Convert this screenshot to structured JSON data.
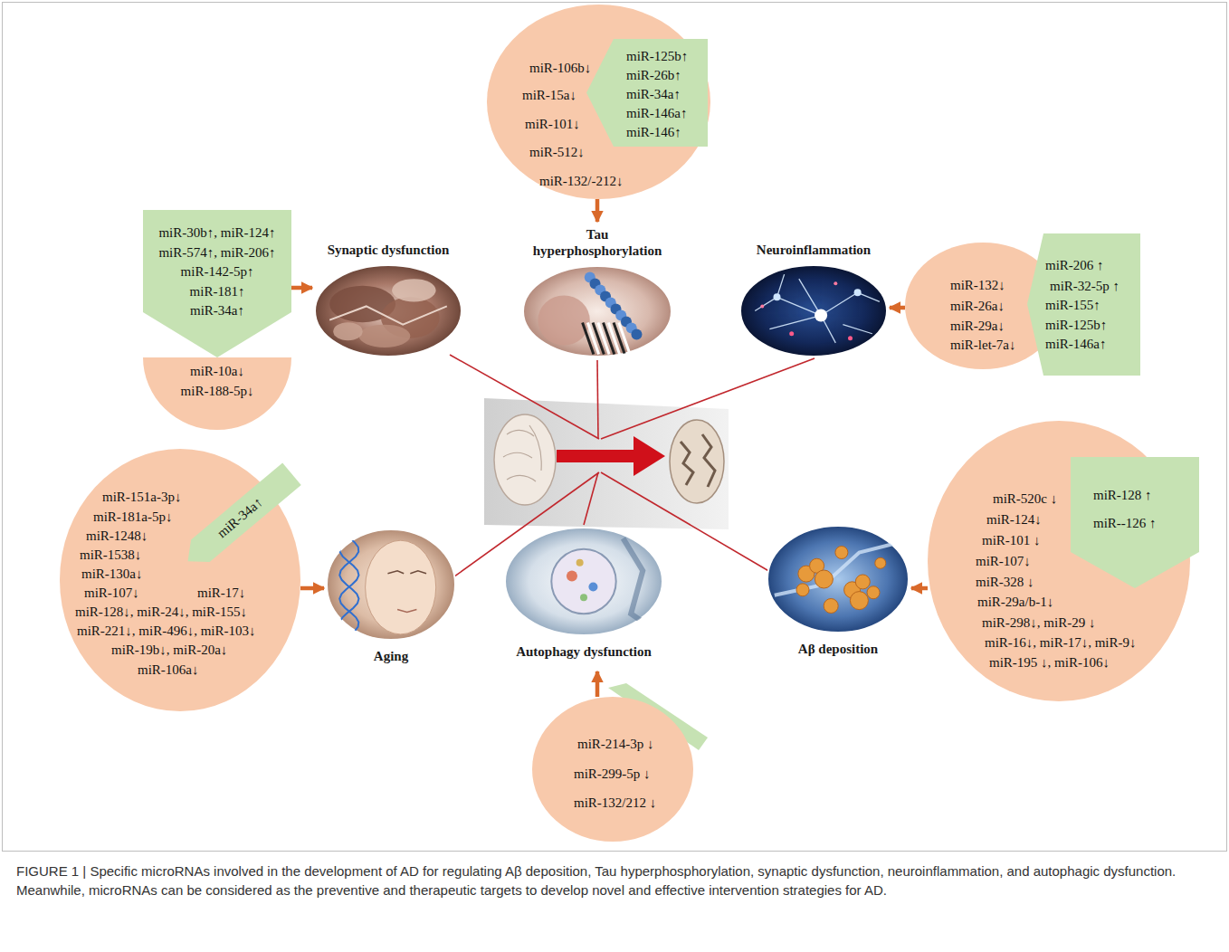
{
  "diagram": {
    "caption": "FIGURE 1 | Specific microRNAs involved in the development of AD for regulating Aβ deposition, Tau hyperphosphorylation, synaptic dysfunction, neuroinflammation, and autophagic dysfunction. Meanwhile, microRNAs can be considered as the preventive and therapeutic targets to develop novel and effective intervention strategies for AD.",
    "nodes": [
      {
        "text": [
          "miR-106b↓",
          "miR-15a↓",
          "miR-101↓",
          "miR-512↓",
          "miR-132/-212↓"
        ]
      },
      {
        "text": [
          "miR-125b↑",
          "miR-26b↑",
          "miR-34a↑",
          "miR-146a↑",
          "miR-146↑"
        ],
        "in": 0
      },
      {
        "text": [
          "miR-30b↑, miR-124↑",
          "miR-574↑, miR-206↑",
          "miR-142-5p↑",
          "miR-181↑",
          "miR-34a↑"
        ]
      },
      {
        "text": [
          "miR-10a↓",
          "miR-188-5p↓"
        ]
      },
      {
        "text": [
          "Synaptic dysfunction"
        ]
      },
      {
        "text": [
          "Tau hyperphosphorylation"
        ]
      },
      {
        "text": [
          "Neuroinflammation"
        ]
      },
      {
        "text": [
          "miR-132↓",
          "miR-26a↓",
          "miR-29a↓",
          "miR-let-7a↓"
        ]
      },
      {
        "text": [
          "miR-206 ↑",
          "miR-32-5p ↑",
          "miR-155↑",
          "miR-125b↑",
          "miR-146a↑"
        ]
      },
      {
        "text": [
          "miR-151a-3p↓",
          "miR-181a-5p↓",
          "miR-1248↓",
          "miR-1538↓",
          "miR-130a↓",
          "miR-107↓",
          "miR-17↓",
          "miR-128↓, miR-24↓, miR-155↓",
          "miR-221↓, miR-496↓, miR-103↓",
          "miR-19b↓, miR-20a↓",
          "miR-106a↓"
        ]
      },
      {
        "text": [
          "miR-34a↑"
        ],
        "in": 9
      },
      {
        "text": [
          "Aging"
        ]
      },
      {
        "text": [
          "Autophagy dysfunction"
        ]
      },
      {
        "text": [
          "Aβ deposition"
        ]
      },
      {
        "text": [
          "miR-520c ↓",
          "miR-124↓",
          "miR-101 ↓",
          "miR-107↓",
          "miR-328 ↓",
          "miR-29a/b-1↓",
          "miR-298↓, miR-29 ↓",
          "miR-16↓, miR-17↓, miR-9↓",
          "miR-195 ↓, miR-106↓"
        ]
      },
      {
        "text": [
          "miR-128 ↑",
          "miR--126 ↑"
        ],
        "in": 14
      },
      {
        "text": [
          "miR-214-3p ↓",
          "miR-299-5p ↓",
          "miR-132/212 ↓"
        ]
      }
    ],
    "edges": [
      {
        "from": 0,
        "to": 5,
        "arrow": "to"
      },
      {
        "from": 2,
        "to": 4,
        "arrow": "to"
      },
      {
        "from": 7,
        "to": 6,
        "arrow": "to"
      },
      {
        "from": 9,
        "to": 11,
        "arrow": "to"
      },
      {
        "from": 14,
        "to": 13,
        "arrow": "to"
      },
      {
        "from": 16,
        "to": 12,
        "arrow": "to"
      }
    ]
  }
}
